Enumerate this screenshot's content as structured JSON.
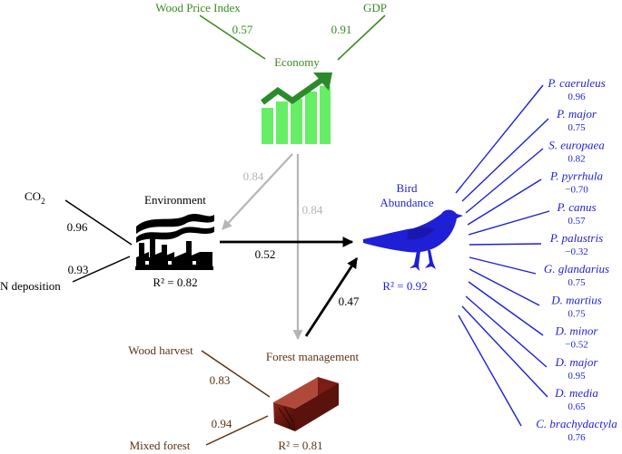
{
  "colors": {
    "economy": "#3a8a25",
    "forest": "#5c3312",
    "bird": "#1f1fd6",
    "black": "#000000",
    "gray": "#b5b5b5",
    "bar_green": "#66ee66"
  },
  "economy": {
    "title": "Economy",
    "indicators": [
      {
        "label": "Wood Price Index",
        "value": "0.57"
      },
      {
        "label": "GDP",
        "value": "0.91"
      }
    ]
  },
  "environment": {
    "title": "Environment",
    "r2": "R² = 0.82",
    "indicators": [
      {
        "label_main": "CO",
        "label_sub": "2",
        "value": "0.96"
      },
      {
        "label_main": "N deposition",
        "label_sub": "",
        "value": "0.93"
      }
    ]
  },
  "forest": {
    "title": "Forest management",
    "r2": "R² = 0.81",
    "indicators": [
      {
        "label": "Wood harvest",
        "value": "0.83"
      },
      {
        "label": "Mixed forest",
        "value": "0.94"
      }
    ]
  },
  "bird": {
    "title_line1": "Bird",
    "title_line2": "Abundance",
    "r2": "R² = 0.92",
    "species": [
      {
        "name": "P. caeruleus",
        "value": "0.96"
      },
      {
        "name": "P. major",
        "value": "0.75"
      },
      {
        "name": "S. europaea",
        "value": "0.82"
      },
      {
        "name": "P. pyrrhula",
        "value": "−0.70"
      },
      {
        "name": "P. canus",
        "value": "0.57"
      },
      {
        "name": "P. palustris",
        "value": "−0.32"
      },
      {
        "name": "G. glandarius",
        "value": "0.75"
      },
      {
        "name": "D. martius",
        "value": "0.75"
      },
      {
        "name": "D. minor",
        "value": "−0.52"
      },
      {
        "name": "D. major",
        "value": "0.95"
      },
      {
        "name": "D. media",
        "value": "0.65"
      },
      {
        "name": "C. brachydactyla",
        "value": "0.76"
      }
    ]
  },
  "paths": [
    {
      "id": "economy-environment",
      "value": "0.84"
    },
    {
      "id": "economy-forest",
      "value": "0.84"
    },
    {
      "id": "environment-bird",
      "value": "0.52"
    },
    {
      "id": "forest-bird",
      "value": "0.47"
    }
  ]
}
